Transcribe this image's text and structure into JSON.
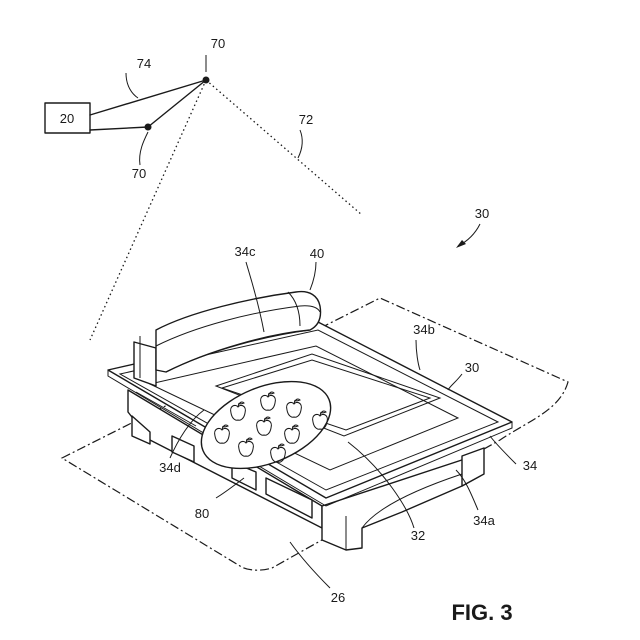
{
  "figure": {
    "caption": "FIG. 3",
    "box_label": "20",
    "references": {
      "r70a": "70",
      "r70b": "70",
      "r74": "74",
      "r72": "72",
      "r30a": "30",
      "r30b": "30",
      "r34c": "34c",
      "r40": "40",
      "r34b": "34b",
      "r34": "34",
      "r34d": "34d",
      "r34a": "34a",
      "r32": "32",
      "r80": "80",
      "r26": "26"
    },
    "items_on_tray": 9
  }
}
